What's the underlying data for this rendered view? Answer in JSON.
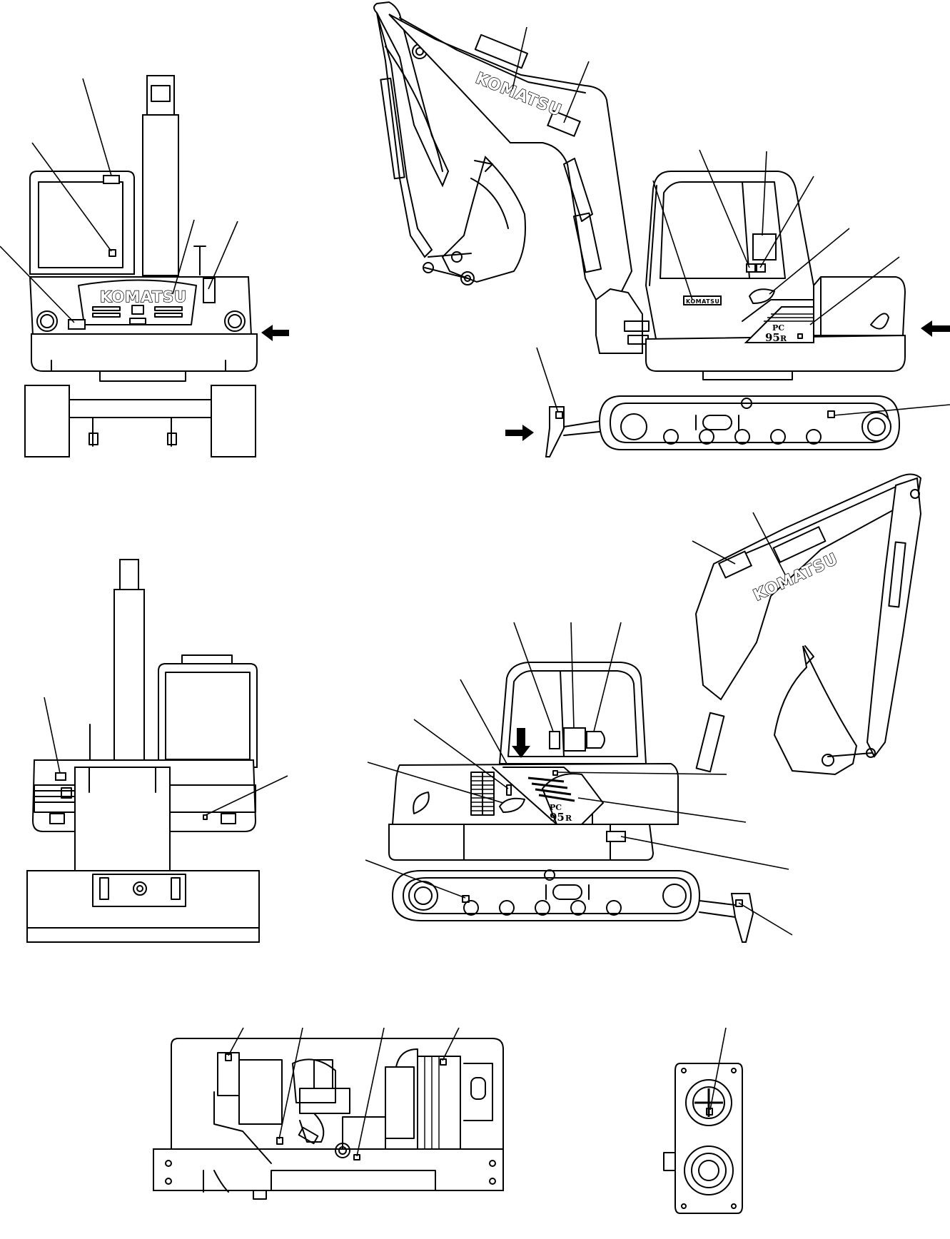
{
  "diagram": {
    "brand": "KOMATSU",
    "model_prefix": "PC",
    "model_number": "95",
    "model_suffix": "R"
  }
}
